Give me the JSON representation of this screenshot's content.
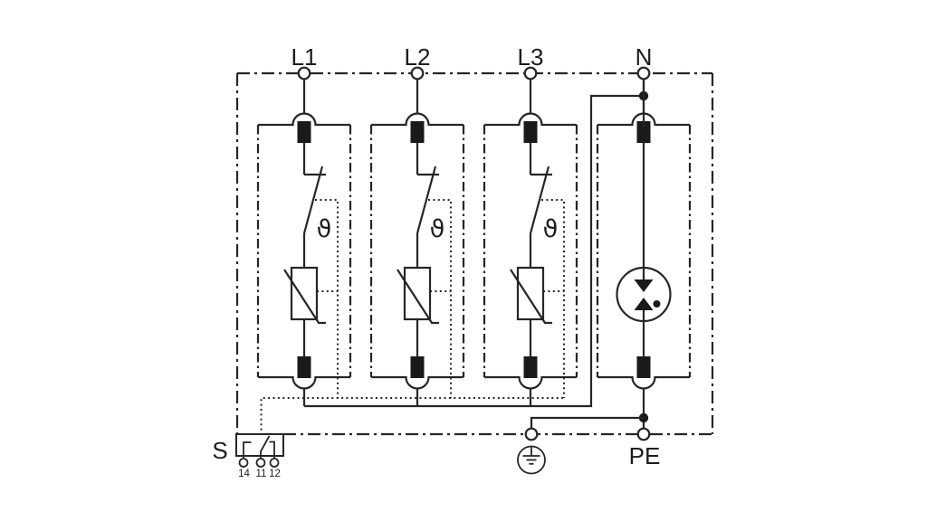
{
  "colors": {
    "line": "#262626",
    "background": "#ffffff",
    "block_fill": "#1a1a1a"
  },
  "top_terminals": [
    {
      "label": "L1"
    },
    {
      "label": "L2"
    },
    {
      "label": "L3"
    },
    {
      "label": "N"
    }
  ],
  "phases": [
    {
      "thermal_symbol": "ϑ"
    },
    {
      "thermal_symbol": "ϑ"
    },
    {
      "thermal_symbol": "ϑ"
    }
  ],
  "remote_contact": {
    "label": "S",
    "terminals": [
      "14",
      "11",
      "12"
    ]
  },
  "earth": {
    "pe_label": "PE"
  },
  "symbols": {
    "varistor": "rectangle-with-diagonal-strike",
    "thermal-disconnector": "switch-blade-with-theta",
    "gas-discharge-tube": "circle-with-opposed-filled-triangles-and-dot",
    "plug-in-contact": "arc-over-filled-block",
    "protective-earth": "circled-ground-bars",
    "changeover-contact": "three-terminal-relay-contact"
  }
}
